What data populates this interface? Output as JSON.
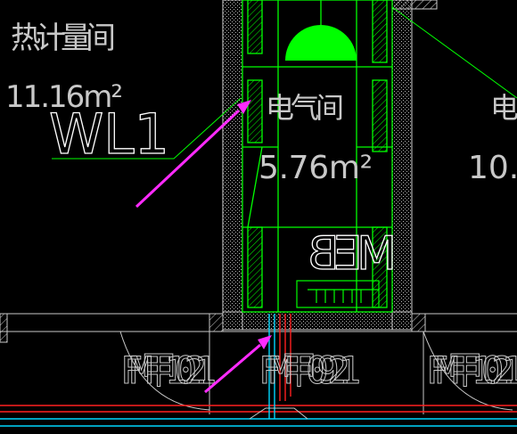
{
  "colors": {
    "background": "#000000",
    "room_text": "#c8c8c8",
    "wall_green": "#00ff00",
    "dim_white": "#ffffff",
    "hatch": "#d0d0d0",
    "arrow": "#ff2bff",
    "pipe_red": "#ff2020",
    "pipe_cyan": "#00d8ff"
  },
  "rooms": [
    {
      "name": "热计量间",
      "area": "11.16m²"
    },
    {
      "name": "电气间",
      "area": "5.76m²"
    },
    {
      "name": "电",
      "area": "10."
    }
  ],
  "labels": {
    "wl1": "WL1",
    "meb": "MEB"
  },
  "doors": [
    {
      "code": "FM甲1021"
    },
    {
      "code": "FM甲0921"
    },
    {
      "code": "FM甲1021"
    }
  ],
  "annotations": {
    "arrow_count": 2
  }
}
